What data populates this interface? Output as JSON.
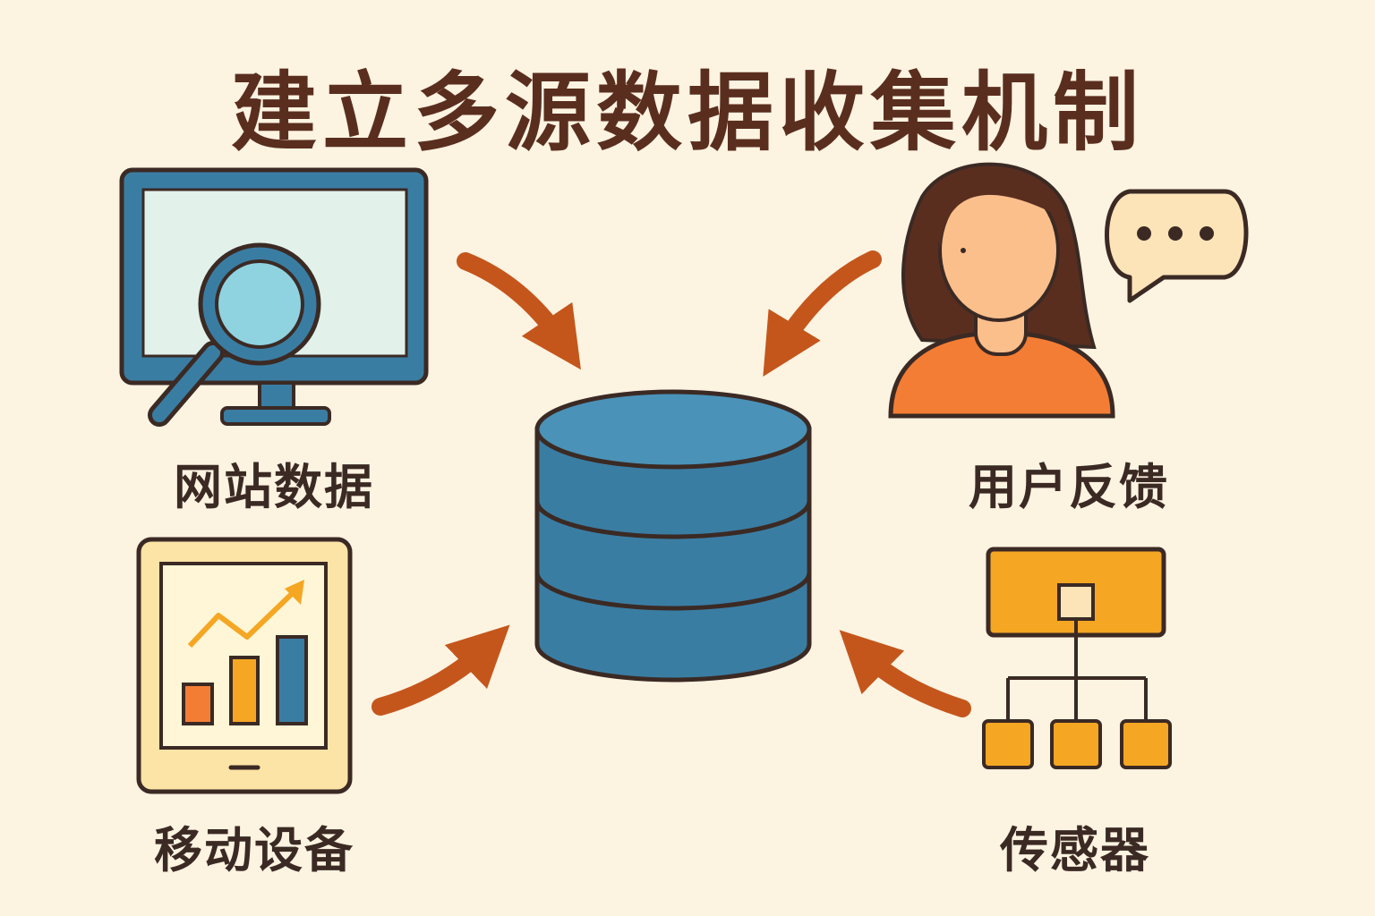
{
  "title": "建立多源数据收集机制",
  "sources": {
    "website": {
      "label": "网站数据",
      "icon": "monitor-magnifier-icon"
    },
    "feedback": {
      "label": "用户反馈",
      "icon": "person-speech-bubble-icon"
    },
    "mobile": {
      "label": "移动设备",
      "icon": "tablet-chart-icon"
    },
    "sensor": {
      "label": "传感器",
      "icon": "sensor-network-icon"
    }
  },
  "center": {
    "icon": "database-icon"
  },
  "colors": {
    "background": "#FDF3E1",
    "title": "#5A2E1F",
    "arrow": "#C4561C",
    "database": "#3A7DA3",
    "outline": "#3B2A24",
    "orange": "#F47D35",
    "yellow": "#F5A623"
  }
}
